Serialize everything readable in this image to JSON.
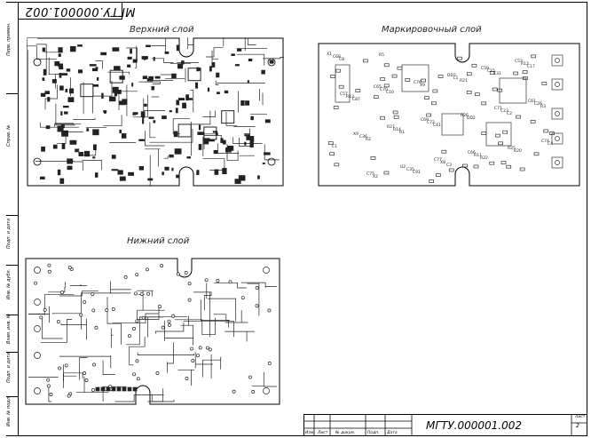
{
  "document": {
    "code_rotated": "МГТУ.000001.002",
    "code": "МГТУ.000001.002",
    "sheet_label": "Лист",
    "sheet_number": "2"
  },
  "side_labels": [
    "Перв. примен.",
    "Справ. №",
    "Подп. и дата",
    "Инв. № дубл.",
    "Взам. инв. №",
    "Подп. и дата",
    "Инв. № подл."
  ],
  "captions": {
    "top_layer": "Верхний слой",
    "marking_layer": "Маркировочный слой",
    "bottom_layer": "Нижний слой"
  },
  "title_block": {
    "izm": "Изм.",
    "list": "Лист",
    "doc_no": "№ докум.",
    "podp": "Подп.",
    "data": "Дата"
  },
  "marking_refs": [
    "X1",
    "C65",
    "C69",
    "C66",
    "C53",
    "C57",
    "R27",
    "C77",
    "C59",
    "C61",
    "X9",
    "U2",
    "DD3",
    "C71",
    "C74",
    "C75",
    "C76",
    "R26",
    "R25",
    "C68",
    "C70",
    "C72",
    "R11",
    "R12",
    "R13",
    "R14",
    "X8",
    "C15",
    "C26",
    "C36",
    "C35",
    "L1",
    "C23",
    "C4",
    "X2",
    "X9",
    "DD2",
    "R20",
    "C8",
    "C10",
    "C41",
    "R22",
    "C17",
    "C87",
    "R1",
    "C3",
    "C31",
    "R3",
    "R2",
    "C91",
    "R21",
    "C2",
    "C1",
    "R5"
  ]
}
